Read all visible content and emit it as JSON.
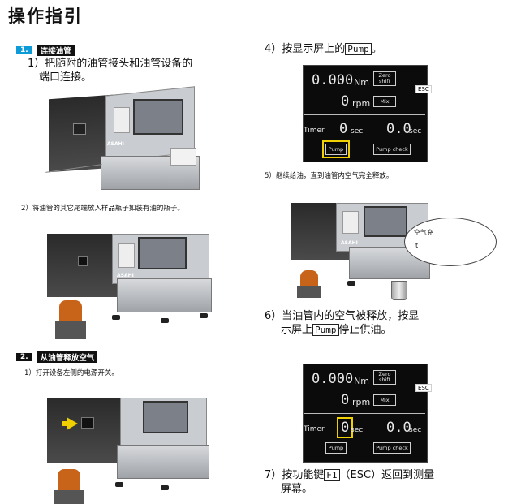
{
  "title": "操作指引",
  "section1": {
    "num": "1.",
    "label": "连接油管"
  },
  "section2": {
    "num": "2.",
    "label": "从油管释放空气"
  },
  "step1": {
    "line1": "1）把随附的油管接头和油管设备的",
    "line2": "端口连接。"
  },
  "step2": "2）将油管的其它尾端放入样品瓶子如装有油的瓶子。",
  "step3": "1）打开设备左侧的电源开关。",
  "step4": {
    "prefix": "4）按显示屏上的",
    "key": "Pump",
    "suffix": "。"
  },
  "step5": "5）继续给油，直到油管内空气完全释放。",
  "step6": {
    "line1": "6）当油管内的空气被释放，按显",
    "line2_prefix": "示屏上",
    "key": "Pump",
    "line2_suffix": "停止供油。"
  },
  "step7": {
    "prefix": "7）按功能键",
    "key": "F1",
    "middle": "（ESC）返回到测量",
    "line2": "屏幕。"
  },
  "bubble_text": {
    "line1": "空气充",
    "line2": "t"
  },
  "machine_brand": "ASAHI",
  "screen": {
    "torque_value": "0.000",
    "torque_unit": "Nm",
    "speed_value": "0",
    "speed_unit": "rpm",
    "timer_label": "Timer",
    "timer_value": "0",
    "timer_unit": "sec",
    "timer2_value": "0.0",
    "timer2_unit": "sec",
    "btn_zero": "Zero shift",
    "btn_mix": "Mix",
    "btn_pump": "Pump",
    "btn_pumpcheck": "Pump check",
    "esc_label": "ESC"
  },
  "colors": {
    "highlight": "#f0d000",
    "section_cyan": "#0c9bd6"
  }
}
